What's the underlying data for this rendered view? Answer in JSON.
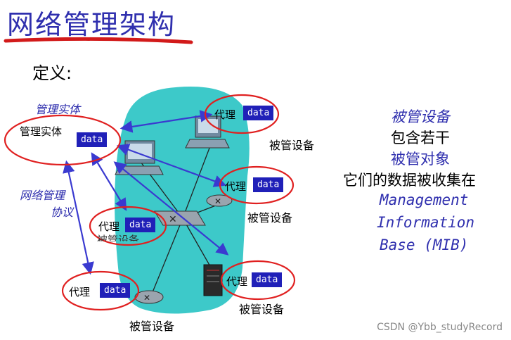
{
  "title": "网络管理架构",
  "definition_label": "定义:",
  "diagram": {
    "manager_entity_caption": "管理实体",
    "manager_entity_label": "管理实体",
    "data_label": "data",
    "agent_label": "代理",
    "managed_device_label": "被管设备",
    "protocol_label_line1": "网络管理",
    "protocol_label_line2": "协议",
    "obscured_label": "被管设备"
  },
  "right_panel": {
    "line1": "被管设备",
    "line2": "包含若干",
    "line3": "被管对象",
    "line4": "它们的数据被收集在",
    "line5": "Management",
    "line6": "Information",
    "line7": "Base (MIB)"
  },
  "watermark": "CSDN @Ybb_studyRecord",
  "colors": {
    "title": "#2f2fae",
    "cloud": "#33c6c6",
    "ellipse": "#e02020",
    "data_box": "#2020b8",
    "arrow": "#3a3ad0"
  }
}
